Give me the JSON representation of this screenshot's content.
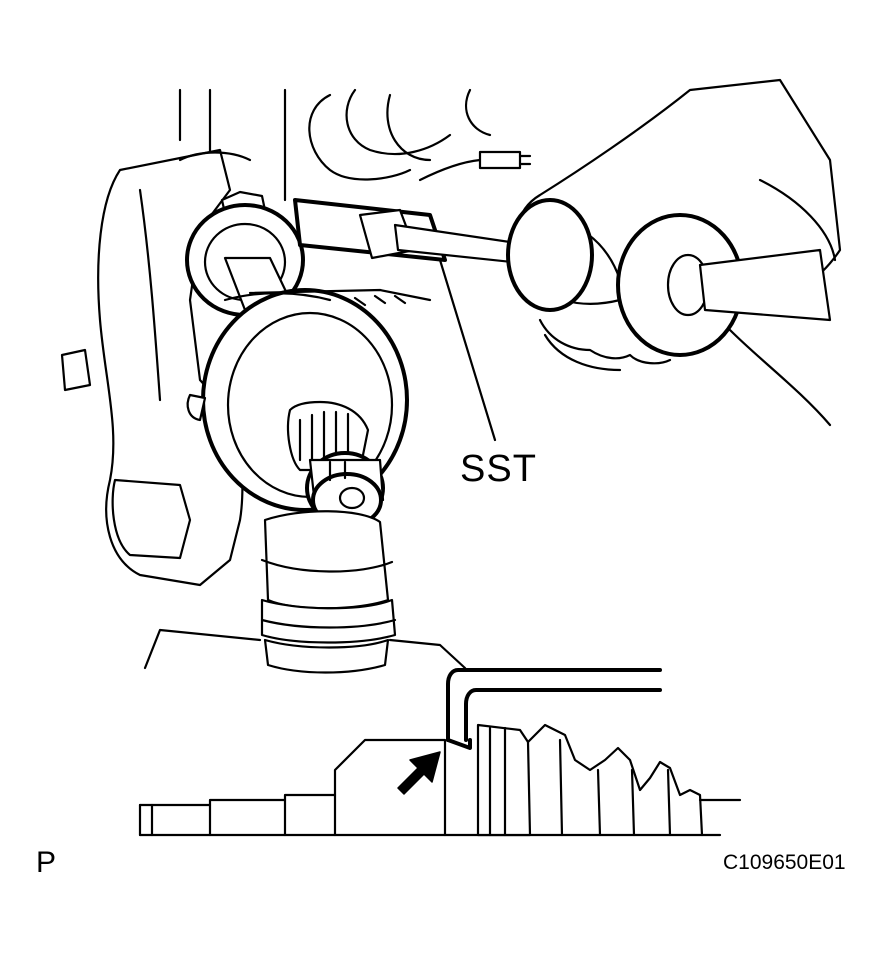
{
  "labels": {
    "tool": "SST",
    "view": "P",
    "figure_id": "C109650E01"
  },
  "colors": {
    "ink": "#000000",
    "paper": "#ffffff"
  },
  "illustration": {
    "upper_view": "drive-shaft-removal-with-sst",
    "lower_view": "boot-clamp-detail-with-arrow"
  }
}
